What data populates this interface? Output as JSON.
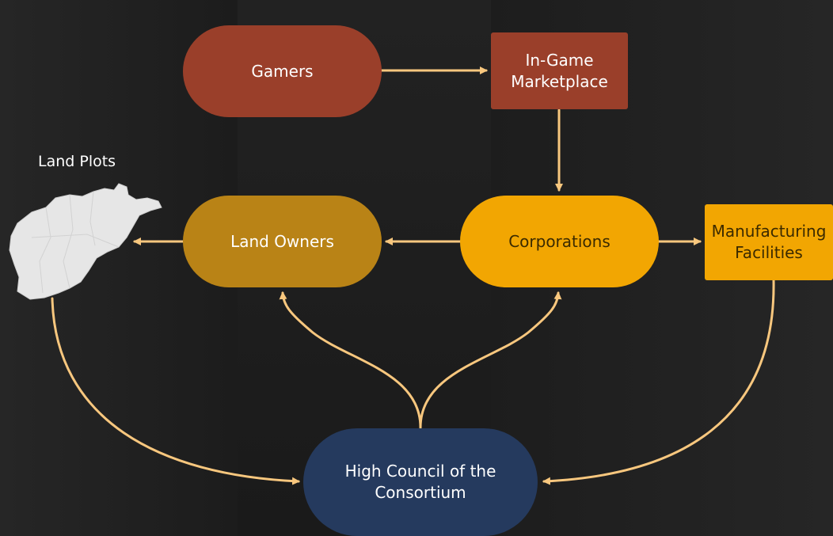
{
  "nodes": {
    "gamers": {
      "label": "Gamers",
      "color": "#9a3f2a"
    },
    "marketplace": {
      "label_line1": "In-Game",
      "label_line2": "Marketplace",
      "color": "#9a3f2a"
    },
    "land_owners": {
      "label": "Land Owners",
      "color": "#b98316"
    },
    "corporations": {
      "label": "Corporations",
      "color": "#f2a602"
    },
    "manufacturing": {
      "label_line1": "Manufacturing",
      "label_line2": "Facilities",
      "color": "#f2a602"
    },
    "council": {
      "label_line1": "High Council of the",
      "label_line2": "Consortium",
      "color": "#253a5e"
    }
  },
  "land_plots": {
    "label": "Land Plots",
    "icon": "country-map-icon"
  },
  "colors": {
    "arrow": "#f8c77e",
    "background": "#1f1f1f"
  }
}
